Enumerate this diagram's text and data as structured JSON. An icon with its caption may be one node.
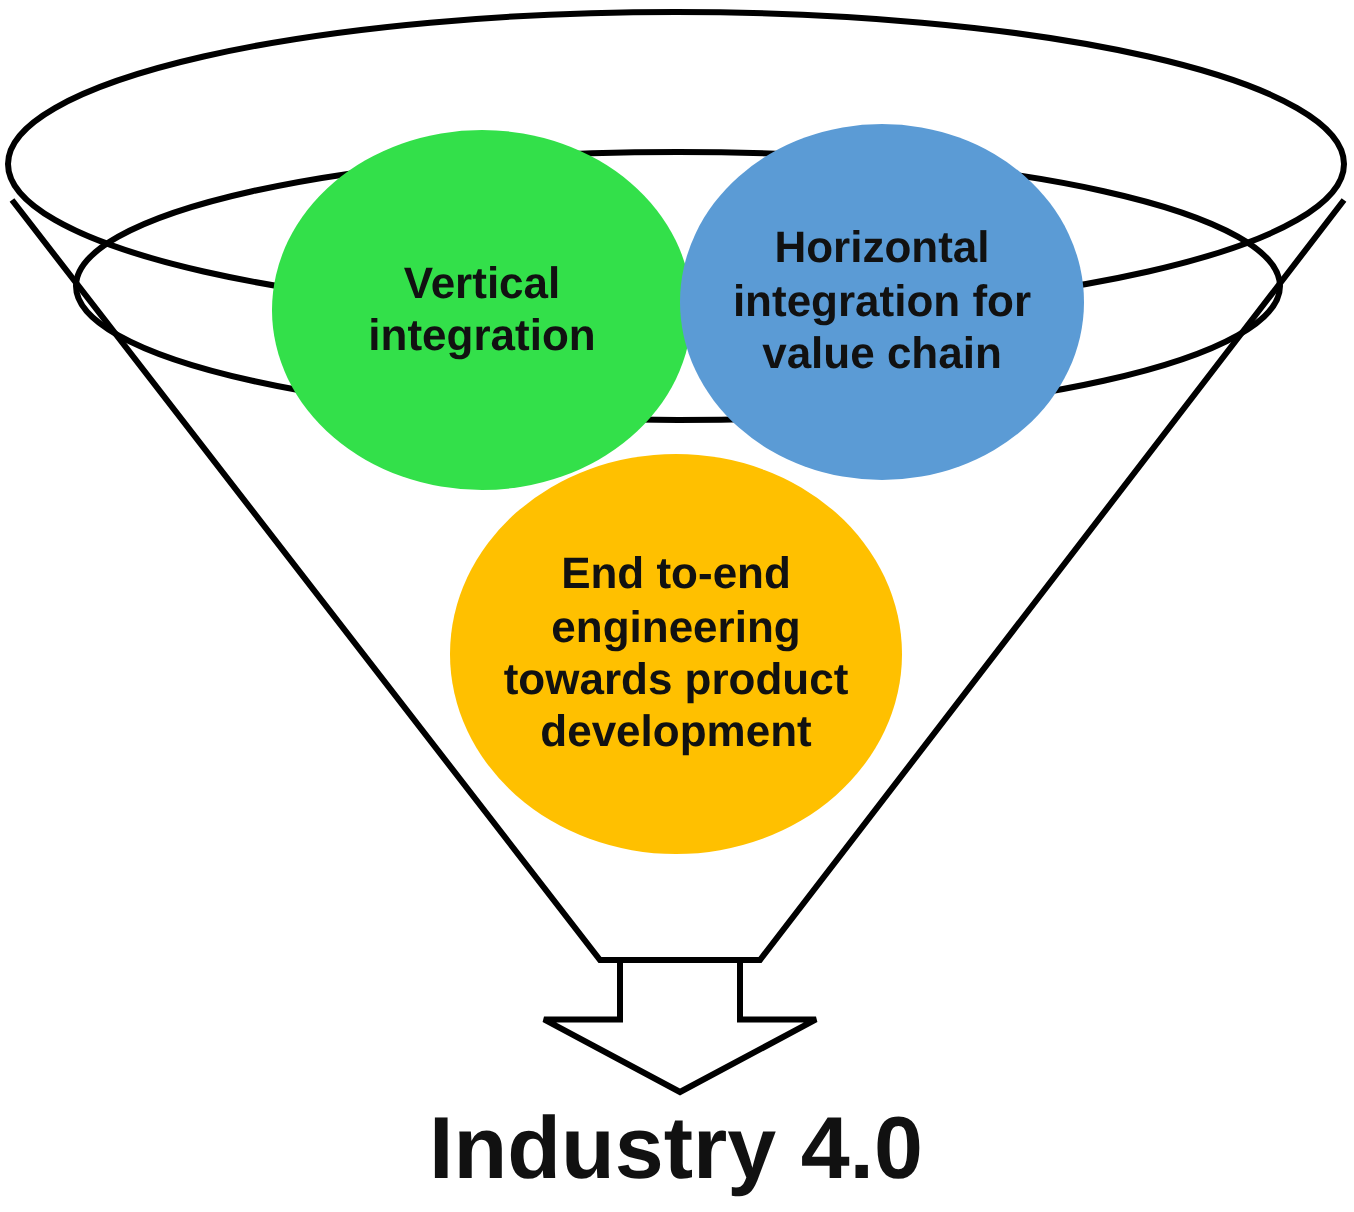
{
  "diagram": {
    "nodes": [
      {
        "text": [],
        "shape": "funnel"
      },
      {
        "text": [
          "Vertical integration"
        ],
        "in": 0
      },
      {
        "text": [
          "Horizontal integration for value chain"
        ],
        "in": 0
      },
      {
        "text": [
          "End to-end engineering towards product development"
        ],
        "in": 0
      },
      {
        "text": [
          "Industry 4.0"
        ]
      }
    ],
    "edges": [
      {
        "from": 0,
        "to": 4,
        "arrow": "to",
        "style": "thick"
      }
    ]
  }
}
